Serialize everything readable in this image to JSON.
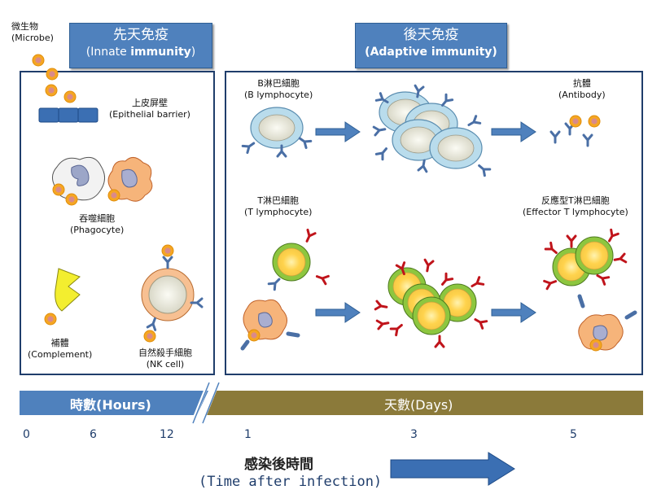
{
  "microbe_label": {
    "zh": "微生物",
    "en": "(Microbe)"
  },
  "innate": {
    "title": "先天免疫",
    "subtitle_prefix": "(Innate ",
    "subtitle_bold": "immunity",
    "subtitle_suffix": ")"
  },
  "adaptive": {
    "title": "後天免疫",
    "subtitle": "(Adaptive immunity)"
  },
  "epithelial": {
    "zh": "上皮屏壁",
    "en": "(Epithelial barrier)"
  },
  "phagocyte": {
    "zh": "吞噬細胞",
    "en": "(Phagocyte)"
  },
  "complement": {
    "zh": "補體",
    "en": "(Complement)"
  },
  "nk": {
    "zh": "自然殺手細胞",
    "en": "(NK cell)"
  },
  "b_lymph": {
    "zh": "B淋巴細胞",
    "en": "(B lymphocyte)"
  },
  "antibody": {
    "zh": "抗體",
    "en": "(Antibody)"
  },
  "t_lymph": {
    "zh": "T淋巴細胞",
    "en": "(T lymphocyte)"
  },
  "effector_t": {
    "zh": "反應型T淋巴細胞",
    "en": "(Effector T lymphocyte)"
  },
  "timeline": {
    "hours_label": "時數(Hours)",
    "days_label": "天數(Days)",
    "ticks_hours": [
      "0",
      "6",
      "12"
    ],
    "ticks_days": [
      "1",
      "3",
      "5"
    ]
  },
  "footer": {
    "zh": "感染後時間",
    "en": "(Time after infection)"
  },
  "colors": {
    "header_blue": "#4f81bd",
    "days_olive": "#8b7a3a",
    "t_cell_green": "#8dc63f",
    "receptor_red": "#c0141b",
    "receptor_blue": "#4a6fa5",
    "microbe_orange": "#f5a623"
  }
}
